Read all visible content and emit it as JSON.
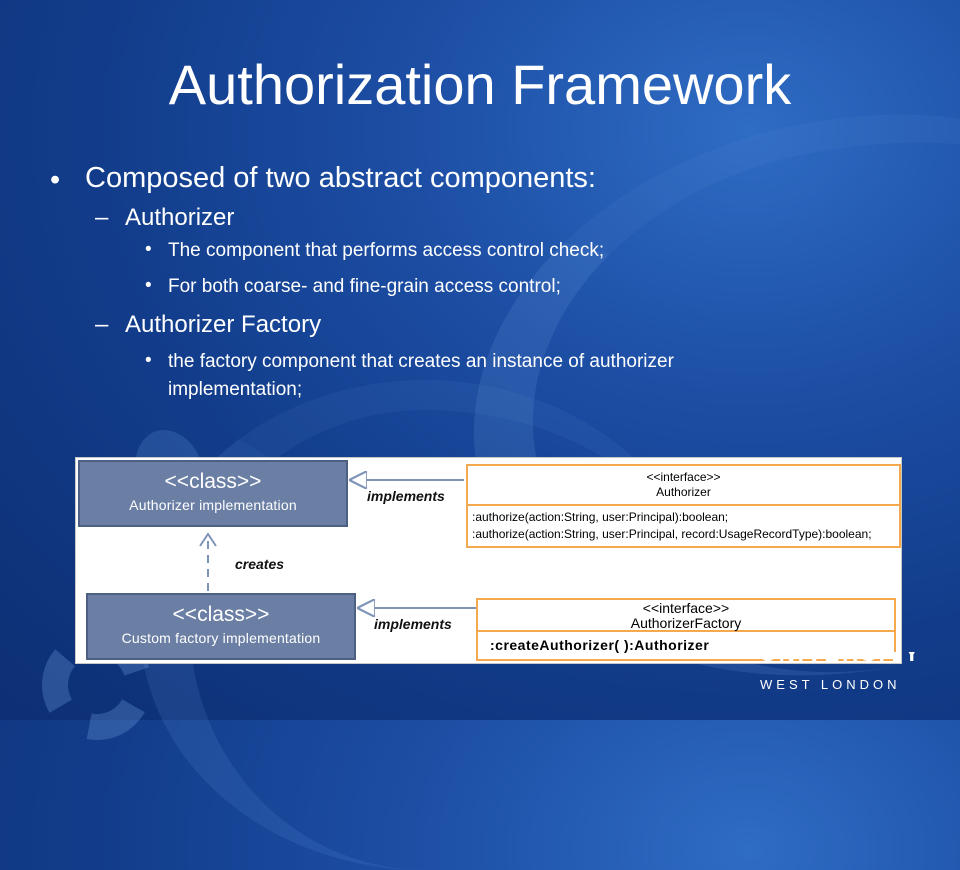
{
  "slide": {
    "title": "Authorization Framework",
    "bullet": "Composed of two abstract components:",
    "components": [
      {
        "name": "Authorizer",
        "points": [
          "The component that performs access control check;",
          "For both coarse- and fine-grain access control;"
        ]
      },
      {
        "name": "Authorizer Factory",
        "points": [
          "the factory component that creates an instance of authorizer",
          "implementation;"
        ]
      }
    ]
  },
  "diagram": {
    "class_top": {
      "stereotype": "<<class>>",
      "name": "Authorizer implementation"
    },
    "class_bottom": {
      "stereotype": "<<class>>",
      "name": "Custom factory implementation"
    },
    "iface_top": {
      "stereotype": "<<interface>>",
      "name": "Authorizer",
      "methods": [
        ":authorize(action:String, user:Principal):boolean;",
        ":authorize(action:String, user:Principal, record:UsageRecordType):boolean;"
      ]
    },
    "iface_bottom": {
      "stereotype": "<<interface>>",
      "name": "AuthorizerFactory",
      "methods": [
        ":createAuthorizer( ):Authorizer"
      ]
    },
    "labels": {
      "implements_top": "implements",
      "creates": "creates",
      "implements_bottom": "implements"
    },
    "colors": {
      "class_fill": "#6b7fa5",
      "interface_border": "#f5a94e",
      "arrow": "#7f93b8"
    }
  },
  "branding": {
    "university": "UNIVERSITY",
    "location": "WEST LONDON"
  }
}
